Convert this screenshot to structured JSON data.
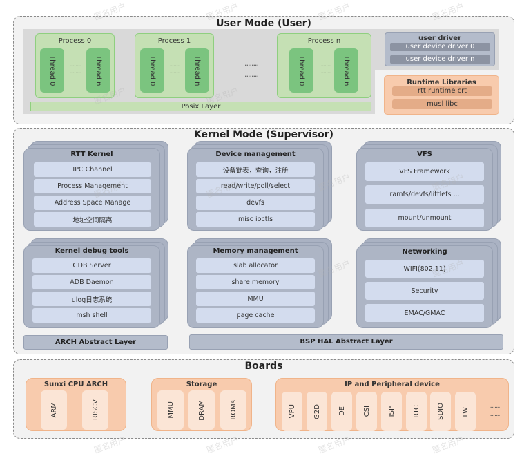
{
  "user_mode": {
    "title": "User Mode (User)",
    "processes": [
      {
        "label": "Process 0",
        "threads": [
          "Thread 0",
          "Thread n"
        ],
        "dots": "........"
      },
      {
        "label": "Process 1",
        "threads": [
          "Thread 0",
          "Thread n"
        ],
        "dots": "........"
      },
      {
        "label": "Process n",
        "threads": [
          "Thread 0",
          "Thread n"
        ],
        "dots": "........"
      }
    ],
    "process_ellipsis": "........",
    "posix_layer": "Posix Layer",
    "user_driver": {
      "title": "user driver",
      "items": [
        "user device driver 0",
        "user device driver n"
      ],
      "dots": "........"
    },
    "runtime_libraries": {
      "title": "Runtime Libraries",
      "items": [
        "rtt runtime crt",
        "musl libc"
      ]
    }
  },
  "kernel_mode": {
    "title": "Kernel Mode (Supervisor)",
    "boxes": [
      {
        "title": "RTT Kernel",
        "items": [
          "IPC Channel",
          "Process Management",
          "Address Space Manage",
          "地址空间隔离"
        ]
      },
      {
        "title": "Device management",
        "items": [
          "设备链表，查询，注册",
          "read/write/poll/select",
          "devfs",
          "misc ioctls"
        ]
      },
      {
        "title": "VFS",
        "items": [
          "VFS Framework",
          "ramfs/devfs/littlefs ...",
          "mount/unmount"
        ]
      },
      {
        "title": "Kernel debug tools",
        "items": [
          "GDB Server",
          "ADB Daemon",
          "ulog日志系统",
          "msh shell"
        ]
      },
      {
        "title": "Memory management",
        "items": [
          "slab allocator",
          "share memory",
          "MMU",
          "page cache"
        ]
      },
      {
        "title": "Networking",
        "items": [
          "WIFI(802.11)",
          "Security",
          "EMAC/GMAC"
        ]
      }
    ],
    "arch_layer": "ARCH Abstract Layer",
    "bsp_layer": "BSP HAL Abstract Layer"
  },
  "boards": {
    "title": "Boards",
    "groups": [
      {
        "title": "Sunxi CPU ARCH",
        "items": [
          "ARM",
          "RISCV"
        ]
      },
      {
        "title": "Storage",
        "items": [
          "MMU",
          "DRAM",
          "ROMs"
        ]
      },
      {
        "title": "IP and Peripheral device",
        "items": [
          "VPU",
          "G2D",
          "DE",
          "CSI",
          "ISP",
          "RTC",
          "SDIO",
          "TWI"
        ],
        "dots": "........"
      }
    ]
  },
  "watermark": "匿名用户",
  "colors": {
    "user_green": "#c5e0b4",
    "thread_green": "#7bc47f",
    "kernel_gray_blue": "#adb5c5",
    "kernel_item": "#d3dcee",
    "board_orange": "#f8cbad",
    "board_item": "#fbe5d6"
  }
}
